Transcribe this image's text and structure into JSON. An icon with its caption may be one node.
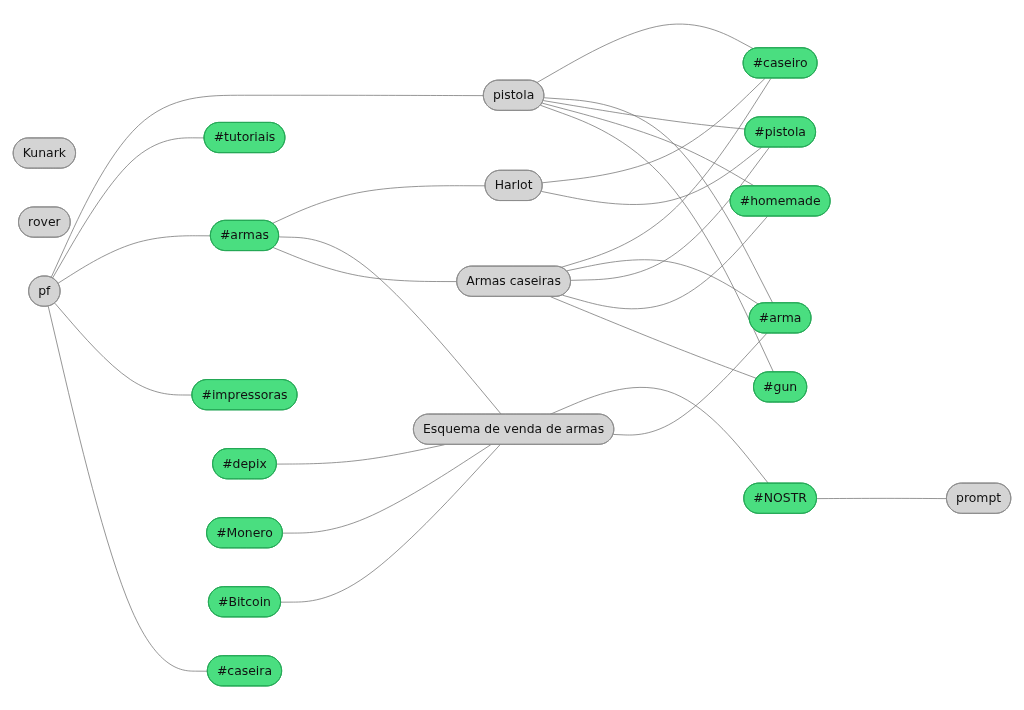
{
  "diagram": {
    "nodes": [
      {
        "text": [
          "#caseira"
        ]
      },
      {
        "text": [
          "#depix"
        ]
      },
      {
        "text": [
          "#armas"
        ]
      },
      {
        "text": [
          "#impressoras"
        ]
      },
      {
        "text": [
          "pf"
        ]
      },
      {
        "text": [
          "Kunark"
        ]
      },
      {
        "text": [
          "#Monero"
        ]
      },
      {
        "text": [
          "#tutoriais"
        ]
      },
      {
        "text": [
          "rover"
        ]
      },
      {
        "text": [
          "pistola"
        ]
      },
      {
        "text": [
          "Esquema de venda de armas"
        ]
      },
      {
        "text": [
          "Harlot"
        ]
      },
      {
        "text": [
          "Armas caseiras"
        ]
      },
      {
        "text": [
          "#Bitcoin"
        ]
      },
      {
        "text": [
          "#NOSTR"
        ]
      },
      {
        "text": [
          "#gun"
        ]
      },
      {
        "text": [
          "#pistola"
        ]
      },
      {
        "text": [
          "#caseiro"
        ]
      },
      {
        "text": [
          "#homemade"
        ]
      },
      {
        "text": [
          "#arma"
        ]
      },
      {
        "text": [
          "prompt"
        ]
      }
    ],
    "edges": [
      {
        "from": 4,
        "to": 0,
        "arrow": "none"
      },
      {
        "from": 4,
        "to": 3,
        "arrow": "none"
      },
      {
        "from": 4,
        "to": 2,
        "arrow": "none"
      },
      {
        "from": 4,
        "to": 7,
        "arrow": "none"
      },
      {
        "from": 4,
        "to": 9,
        "arrow": "none"
      },
      {
        "from": 1,
        "to": 10,
        "arrow": "none"
      },
      {
        "from": 2,
        "to": 12,
        "arrow": "none"
      },
      {
        "from": 2,
        "to": 10,
        "arrow": "none"
      },
      {
        "from": 2,
        "to": 11,
        "arrow": "none"
      },
      {
        "from": 6,
        "to": 10,
        "arrow": "none"
      },
      {
        "from": 9,
        "to": 15,
        "arrow": "none"
      },
      {
        "from": 9,
        "to": 18,
        "arrow": "none"
      },
      {
        "from": 9,
        "to": 16,
        "arrow": "none"
      },
      {
        "from": 9,
        "to": 19,
        "arrow": "none"
      },
      {
        "from": 9,
        "to": 17,
        "arrow": "none"
      },
      {
        "from": 12,
        "to": 15,
        "arrow": "none"
      },
      {
        "from": 12,
        "to": 18,
        "arrow": "none"
      },
      {
        "from": 12,
        "to": 16,
        "arrow": "none"
      },
      {
        "from": 12,
        "to": 19,
        "arrow": "none"
      },
      {
        "from": 12,
        "to": 17,
        "arrow": "none"
      },
      {
        "from": 13,
        "to": 10,
        "arrow": "none"
      },
      {
        "from": 10,
        "to": 19,
        "arrow": "none"
      },
      {
        "from": 10,
        "to": 14,
        "arrow": "none"
      },
      {
        "from": 11,
        "to": 16,
        "arrow": "none"
      },
      {
        "from": 11,
        "to": 17,
        "arrow": "none"
      },
      {
        "from": 14,
        "to": 20,
        "arrow": "none"
      }
    ]
  }
}
